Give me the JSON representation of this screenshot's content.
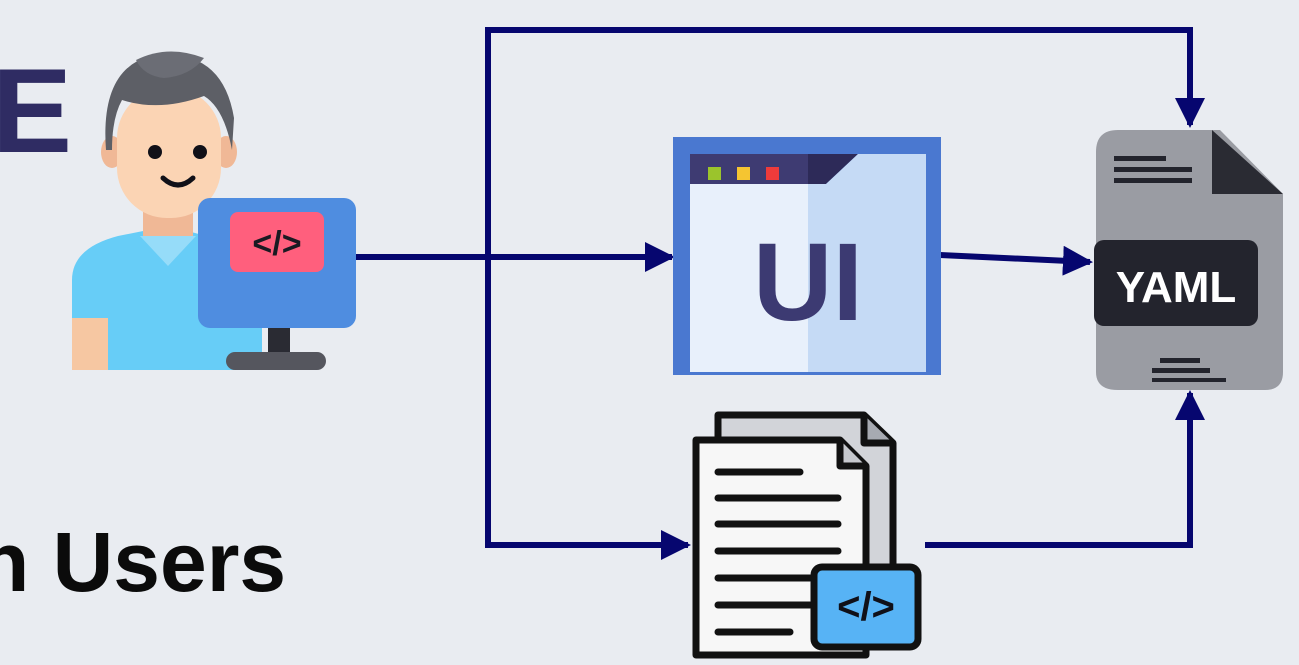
{
  "heading_fragment": "E",
  "users_label": "n Users",
  "nodes": {
    "developer": {
      "code_tag": "</>"
    },
    "ui_window": {
      "label": "UI"
    },
    "yaml_file": {
      "label": "YAML"
    },
    "code_document": {
      "code_tag": "</>"
    }
  },
  "colors": {
    "background": "#e9ecf1",
    "arrow": "#06066f",
    "ui_frame": "#4a78d0",
    "ui_panel": "#c5daf5",
    "yaml_body": "#9a9ca3",
    "yaml_label_bg": "#23242d",
    "monitor": "#4f8de0",
    "code_badge": "#ff5f7d",
    "code_badge_blue": "#57b3f5"
  }
}
